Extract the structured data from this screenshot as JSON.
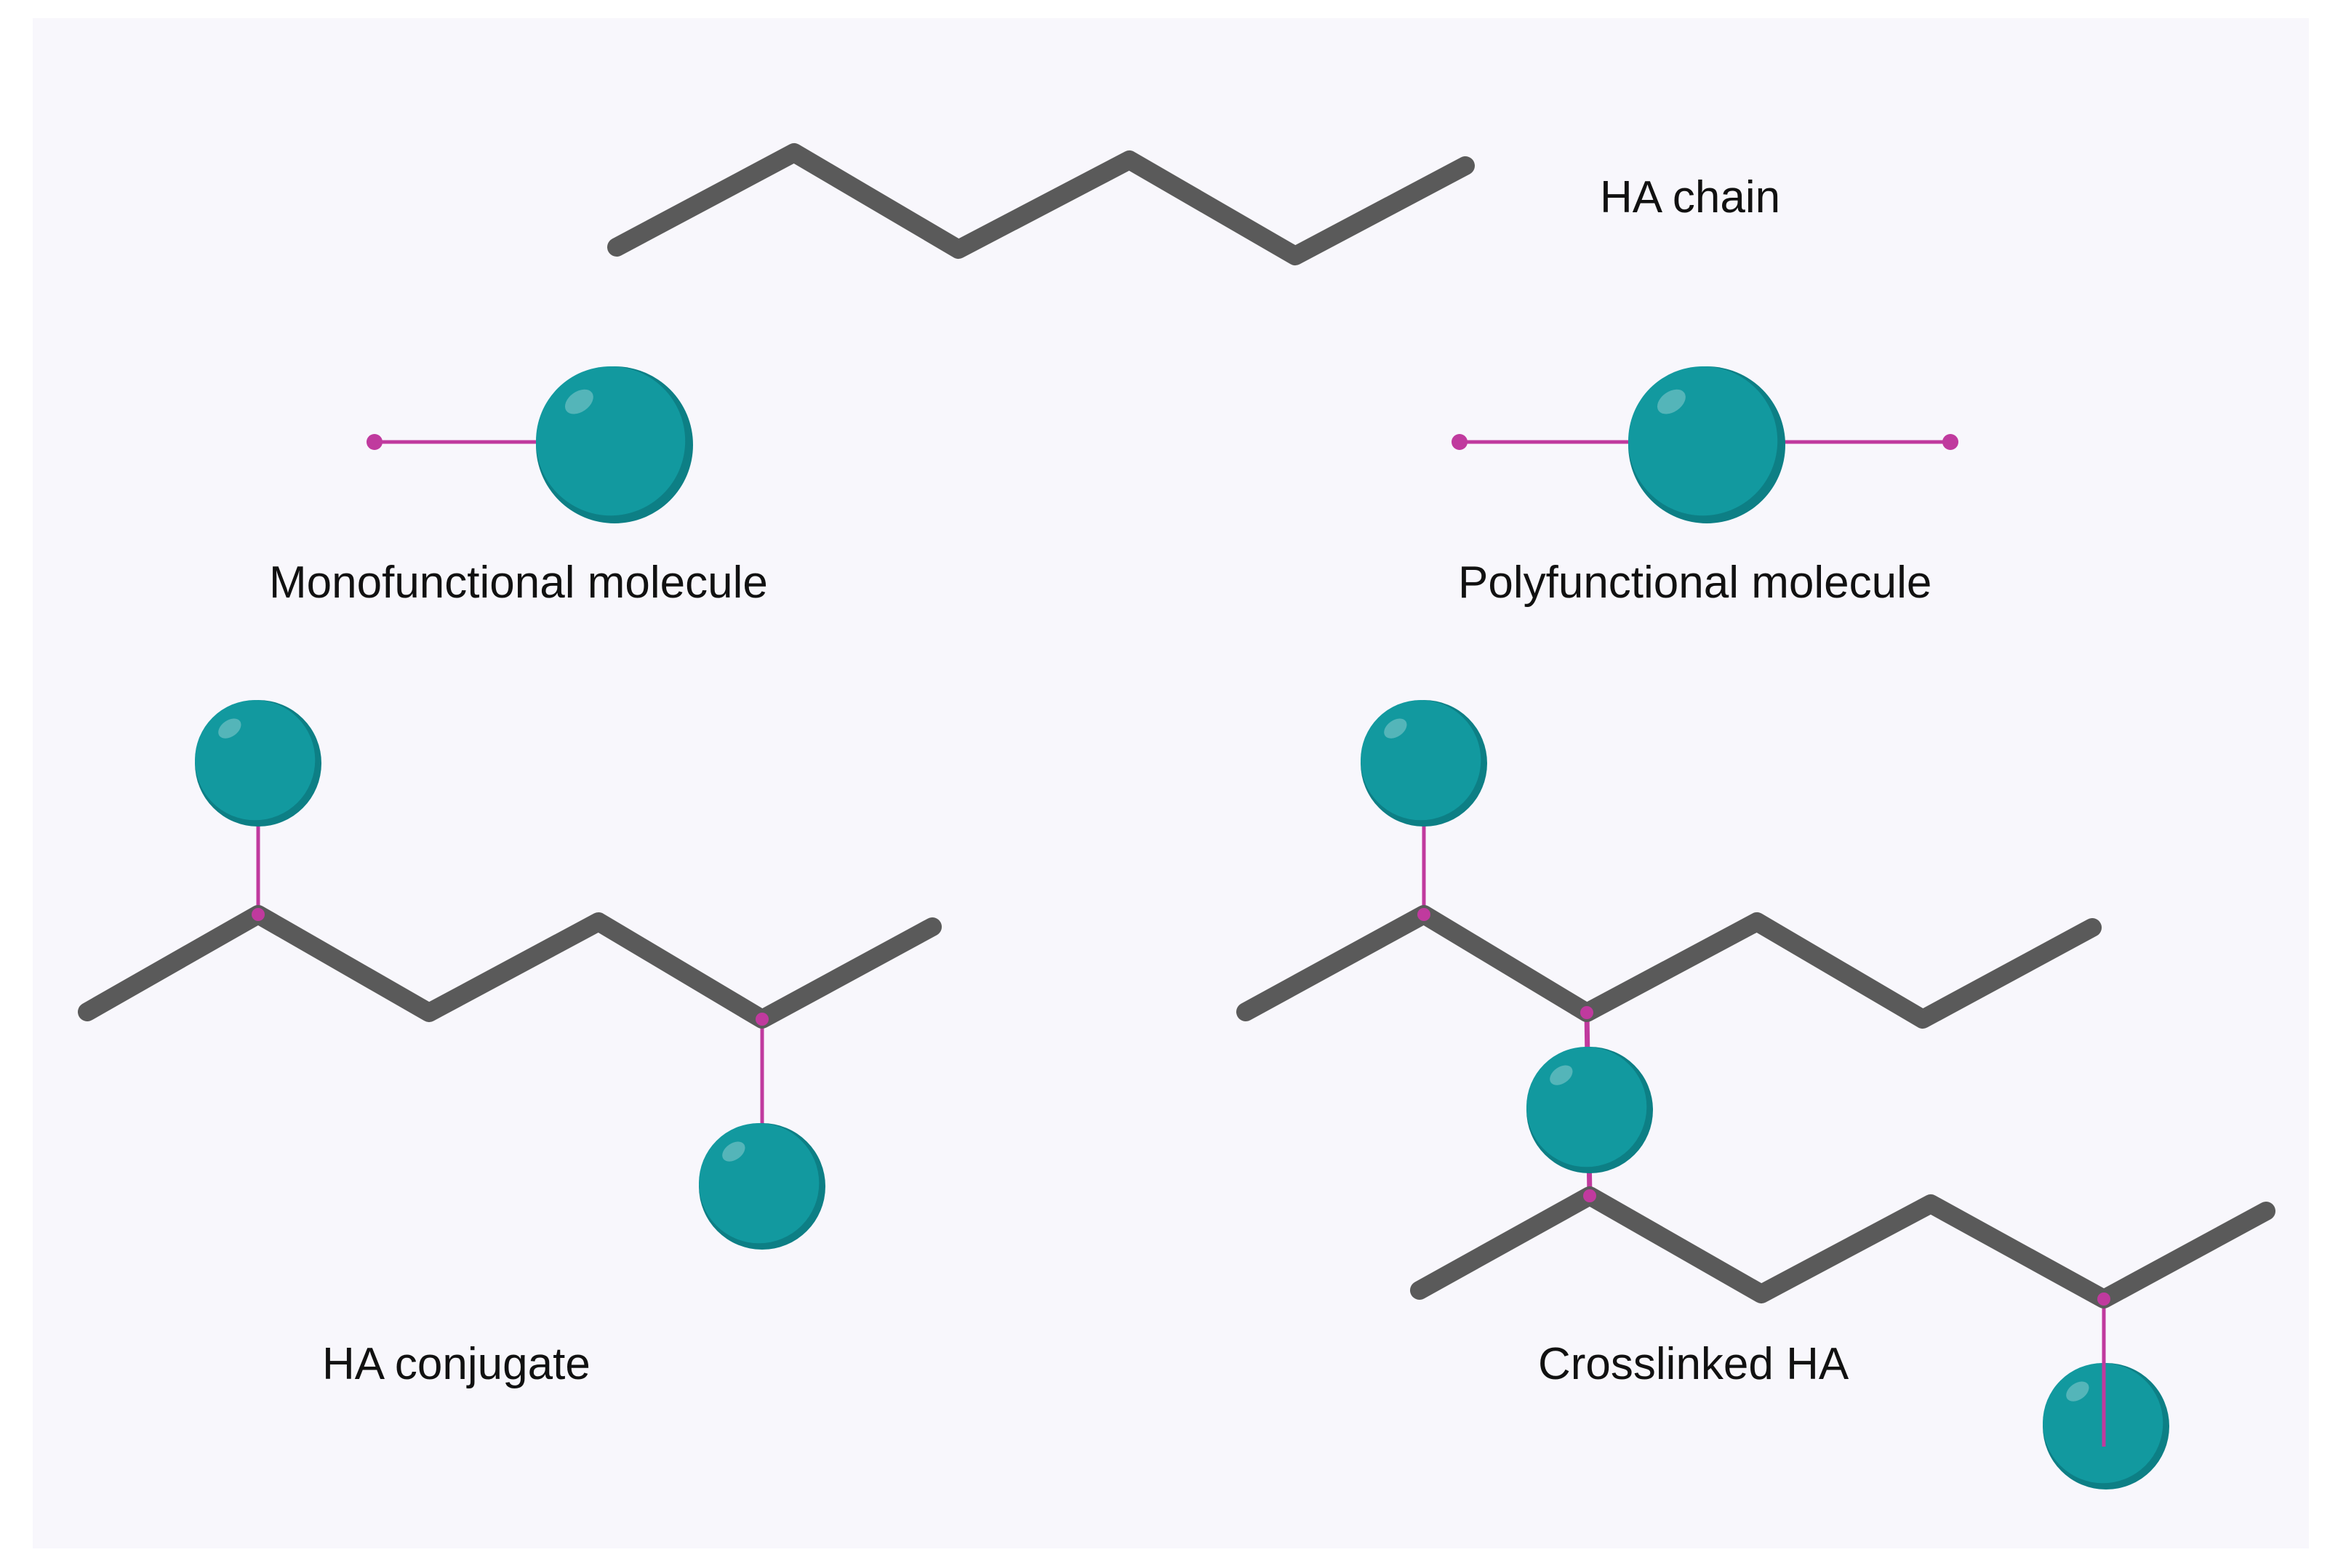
{
  "labels": {
    "ha_chain": "HA chain",
    "monofunctional": "Monofunctional molecule",
    "polyfunctional": "Polyfunctional molecule",
    "ha_conjugate": "HA conjugate",
    "crosslinked": "Crosslinked HA"
  },
  "colors": {
    "background": "#f8f7fc",
    "chain": "#5a5a5a",
    "linker": "#c03a9e",
    "sphere": "#12999f"
  }
}
